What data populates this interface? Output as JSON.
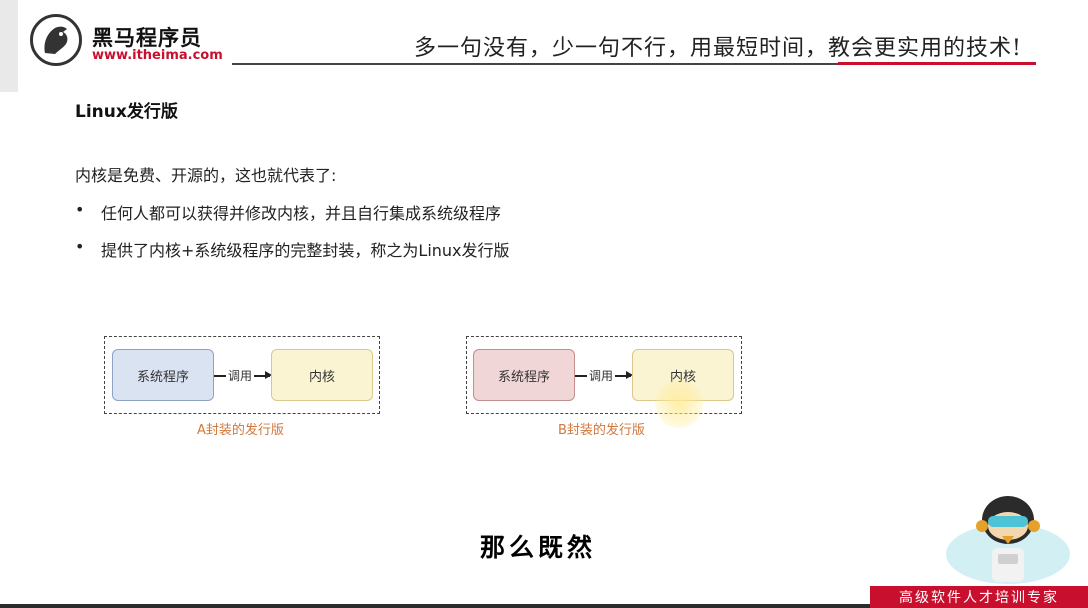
{
  "header": {
    "logo_icon": "horse-head-icon",
    "brand": "黑马程序员",
    "url": "www.itheima.com",
    "slogan": "多一句没有，少一句不行，用最短时间，教会更实用的技术!",
    "colors": {
      "brand_red": "#c8102e"
    }
  },
  "slide": {
    "title": "Linux发行版",
    "intro": "内核是免费、开源的，这也就代表了:",
    "bullets": [
      "任何人都可以获得并修改内核，并且自行集成系统级程序",
      "提供了内核+系统级程序的完整封装，称之为Linux发行版"
    ]
  },
  "diagrams": [
    {
      "left_box": "系统程序",
      "arrow": "调用",
      "right_box": "内核",
      "caption": "A封装的发行版"
    },
    {
      "left_box": "系统程序",
      "arrow": "调用",
      "right_box": "内核",
      "caption": "B封装的发行版"
    }
  ],
  "subtitle": "那么既然",
  "footer": {
    "tagline": "高级软件人才培训专家",
    "mascot_icon": "mascot-icon"
  }
}
